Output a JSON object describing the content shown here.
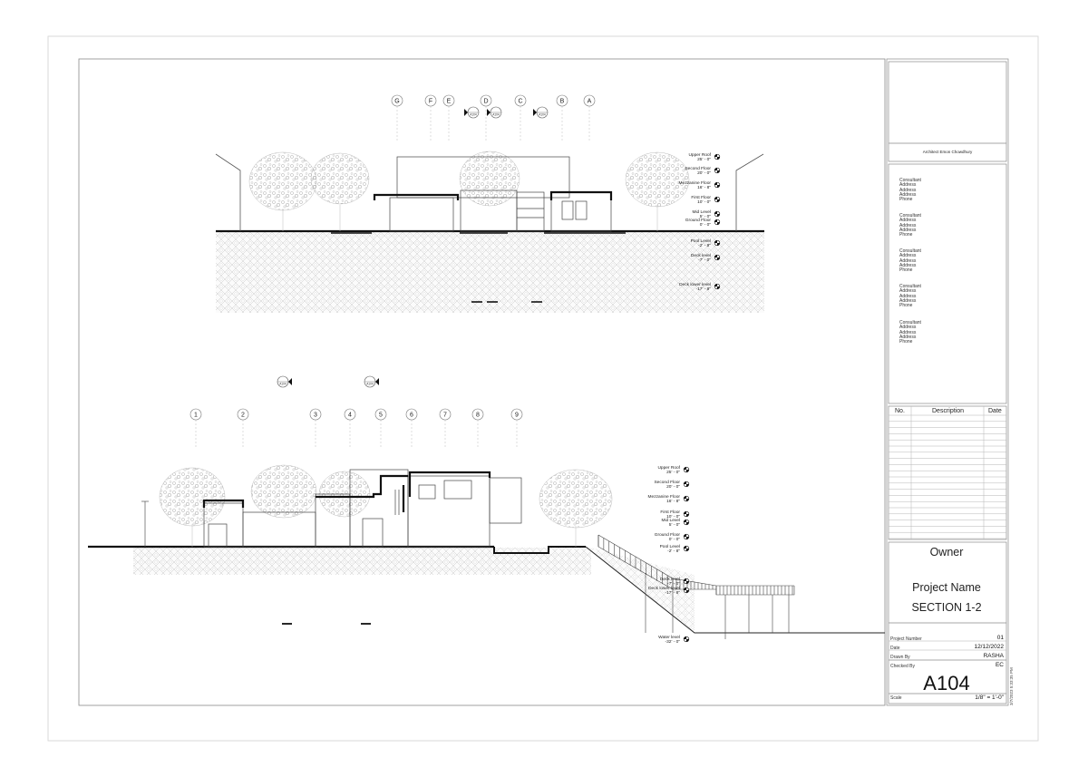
{
  "sheet": {
    "architect": "Architect Emon Chowdhury",
    "consultants": [
      {
        "lines": [
          "Consultant",
          "Address",
          "Address",
          "Address",
          "Phone"
        ]
      },
      {
        "lines": [
          "Consultant",
          "Address",
          "Address",
          "Address",
          "Phone"
        ]
      },
      {
        "lines": [
          "Consultant",
          "Address",
          "Address",
          "Address",
          "Phone"
        ]
      },
      {
        "lines": [
          "Consultant",
          "Address",
          "Address",
          "Address",
          "Phone"
        ]
      },
      {
        "lines": [
          "Consultant",
          "Address",
          "Address",
          "Address",
          "Phone"
        ]
      }
    ],
    "revision_headers": {
      "no": "No.",
      "description": "Description",
      "date": "Date"
    },
    "owner": "Owner",
    "project_name": "Project Name",
    "sheet_title": "SECTION 1-2",
    "info": {
      "project_number_label": "Project Number",
      "project_number": "01",
      "date_label": "Date",
      "date": "12/12/2022",
      "drawn_by_label": "Drawn By",
      "drawn_by": "RASHA",
      "checked_by_label": "Checked By",
      "checked_by": "EC",
      "scale_label": "Scale",
      "scale": "1/8\" = 1'-0\""
    },
    "sheet_number": "A104",
    "print_stamp": "3/7/2023 5:33:35 PM"
  },
  "section_top": {
    "grid_labels": [
      "G",
      "F",
      "E",
      "D",
      "C",
      "B",
      "A"
    ],
    "callouts": [
      "A104",
      "A104",
      "A104"
    ],
    "levels": [
      {
        "name": "Upper Roof",
        "elev": "25' - 0\""
      },
      {
        "name": "Second Floor",
        "elev": "20' - 0\""
      },
      {
        "name": "Mezzanine Floor",
        "elev": "16' - 8\""
      },
      {
        "name": "First Floor",
        "elev": "10' - 0\""
      },
      {
        "name": "Mid Level",
        "elev": "5' - 0\""
      },
      {
        "name": "Ground Floor",
        "elev": "0' - 0\""
      },
      {
        "name": "Pool Level",
        "elev": "-2' - 8\""
      },
      {
        "name": "Deck level",
        "elev": "-7' - 0\""
      },
      {
        "name": "Deck lower level",
        "elev": "-17' - 8\""
      }
    ]
  },
  "section_bottom": {
    "grid_labels": [
      "1",
      "2",
      "3",
      "4",
      "5",
      "6",
      "7",
      "8",
      "9"
    ],
    "callouts": [
      "A104",
      "A104"
    ],
    "levels": [
      {
        "name": "Upper Roof",
        "elev": "25' - 0\""
      },
      {
        "name": "Second Floor",
        "elev": "20' - 0\""
      },
      {
        "name": "Mezzanine Floor",
        "elev": "16' - 8\""
      },
      {
        "name": "First Floor",
        "elev": "10' - 0\""
      },
      {
        "name": "Mid Level",
        "elev": "5' - 0\""
      },
      {
        "name": "Ground Floor",
        "elev": "0' - 0\""
      },
      {
        "name": "Pool Level",
        "elev": "-2' - 8\""
      },
      {
        "name": "Deck level",
        "elev": "-7' - 0\""
      },
      {
        "name": "Deck lower level",
        "elev": "-17' - 8\""
      },
      {
        "name": "Water level",
        "elev": "-32' - 0\""
      }
    ]
  }
}
